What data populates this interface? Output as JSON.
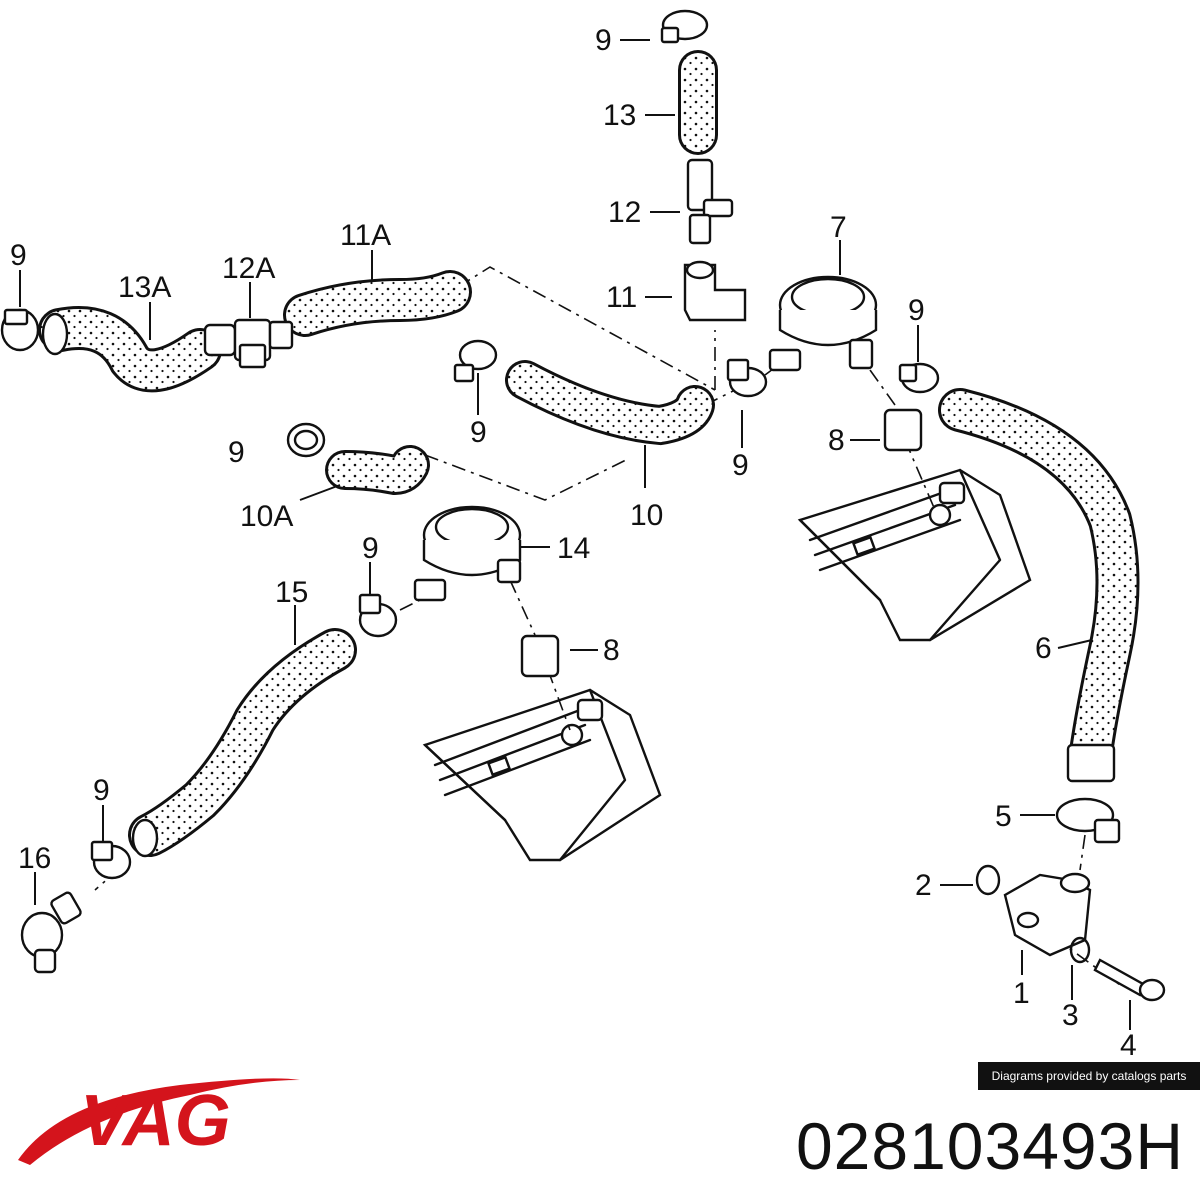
{
  "labels": {
    "l9a": "9",
    "l13": "13",
    "l12": "12",
    "l11": "11",
    "l11a": "11A",
    "l7": "7",
    "l9b": "9",
    "l13a": "13A",
    "l12a": "12A",
    "l9c": "9",
    "l9d": "9",
    "l9e": "9",
    "l8a": "8",
    "l9f": "9",
    "l10": "10",
    "l10a": "10A",
    "l14": "14",
    "l9g": "9",
    "l15": "15",
    "l8b": "8",
    "l6": "6",
    "l5": "5",
    "l2": "2",
    "l1": "1",
    "l3": "3",
    "l4": "4",
    "l9h": "9",
    "l16": "16"
  },
  "credit": "Diagrams provided by catalogs parts",
  "brand": {
    "name": "VAG",
    "color": "#d4141c"
  },
  "part_number": "028103493H",
  "colors": {
    "ink": "#111111",
    "background": "#ffffff",
    "credit_bar": "#111111"
  }
}
